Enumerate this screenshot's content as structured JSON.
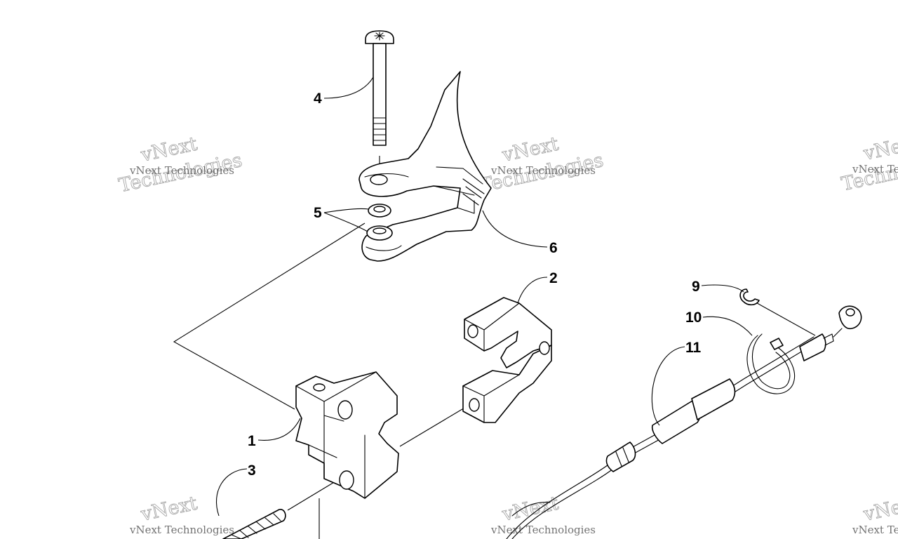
{
  "watermark": {
    "line1": "vNext Technologies",
    "line2": "vNext",
    "line3": "Technologies"
  },
  "callouts": {
    "c1": "1",
    "c2": "2",
    "c3": "3",
    "c4": "4",
    "c5": "5",
    "c6": "6",
    "c9": "9",
    "c10": "10",
    "c11": "11"
  },
  "colors": {
    "ink": "#000000",
    "paper": "#ffffff",
    "watermark": "#9a9a9a"
  }
}
